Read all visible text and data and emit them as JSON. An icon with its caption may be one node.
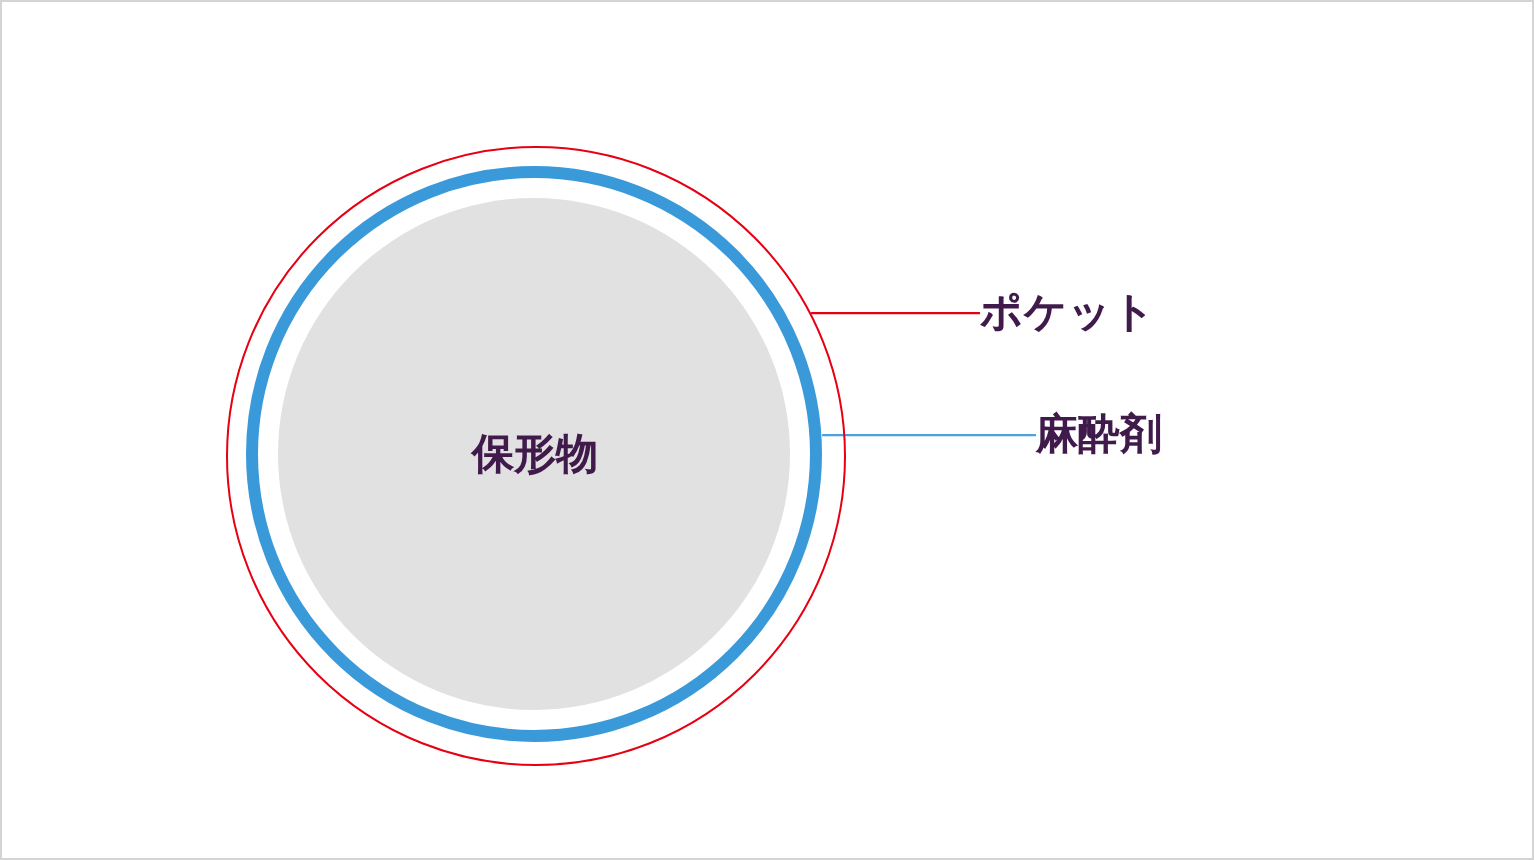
{
  "diagram": {
    "nodes": [
      {
        "text": [],
        "shape": "circle"
      },
      {
        "text": [],
        "shape": "circle",
        "in": 0
      },
      {
        "text": [
          "保形物"
        ],
        "in": 1
      },
      {
        "text": [
          "ポケット"
        ]
      },
      {
        "text": [
          "麻酔剤"
        ]
      }
    ],
    "edges": [
      {
        "from": 3,
        "to": 0,
        "arrow": "none",
        "color": "#e60012"
      },
      {
        "from": 4,
        "to": 1,
        "arrow": "none",
        "color": "#4aa3df"
      }
    ]
  }
}
